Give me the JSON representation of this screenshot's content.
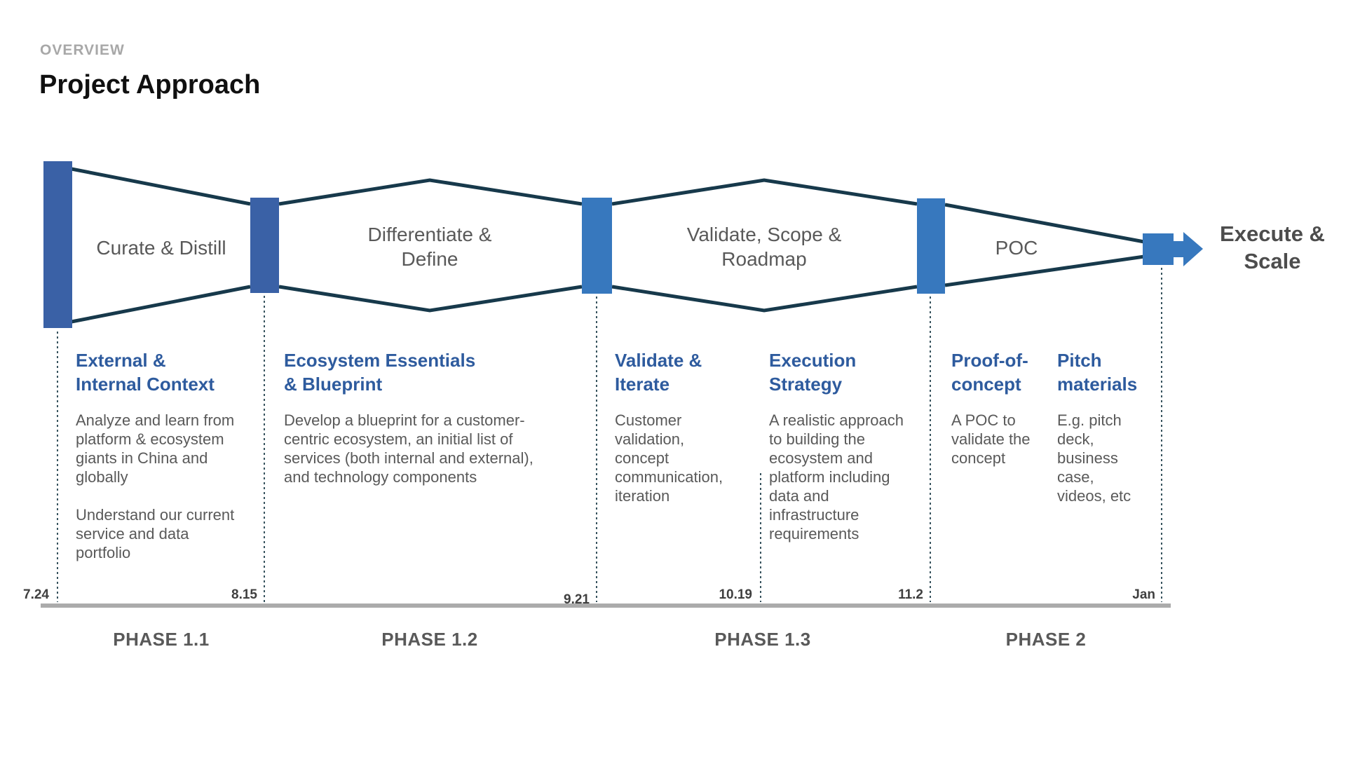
{
  "header": {
    "overview": "OVERVIEW",
    "title": "Project Approach"
  },
  "funnel": {
    "stages": [
      {
        "label": "Curate & Distill"
      },
      {
        "label": "Differentiate &\nDefine"
      },
      {
        "label": "Validate, Scope &\nRoadmap"
      },
      {
        "label": "POC"
      }
    ],
    "end_label": "Execute &\nScale"
  },
  "columns": [
    {
      "heading": "External &\nInternal Context",
      "body": [
        "Analyze and learn from\nplatform & ecosystem\ngiants in China and\nglobally",
        "Understand our current\nservice and data\nportfolio"
      ]
    },
    {
      "heading": "Ecosystem Essentials\n& Blueprint",
      "body": [
        "Develop a blueprint for a customer-\ncentric ecosystem, an initial list of\nservices (both internal and external),\nand technology components"
      ]
    },
    {
      "heading": "Validate &\nIterate",
      "body": [
        "Customer\nvalidation,\nconcept\ncommunication,\niteration"
      ]
    },
    {
      "heading": "Execution\nStrategy",
      "body": [
        "A realistic approach\nto building the\necosystem and\nplatform including\ndata and\ninfrastructure\nrequirements"
      ]
    },
    {
      "heading": "Proof-of-\nconcept",
      "body": [
        "A POC to\nvalidate the\nconcept"
      ]
    },
    {
      "heading": "Pitch\nmaterials",
      "body": [
        "E.g. pitch\ndeck,\nbusiness\ncase,\nvideos, etc"
      ]
    }
  ],
  "timeline": {
    "dates": [
      "7.24",
      "8.15",
      "9.21",
      "10.19",
      "11.2",
      "Jan"
    ],
    "phases": [
      "PHASE 1.1",
      "PHASE 1.2",
      "PHASE 1.3",
      "PHASE 2"
    ]
  },
  "colors": {
    "bar_dark_blue": "#3A61A6",
    "bar_light_blue": "#3778BE",
    "funnel_line": "#17394B",
    "dotted_line": "#37535E",
    "heading_blue": "#2E5B9E",
    "body_gray": "#595959",
    "axis_gray": "#ABABAB"
  }
}
